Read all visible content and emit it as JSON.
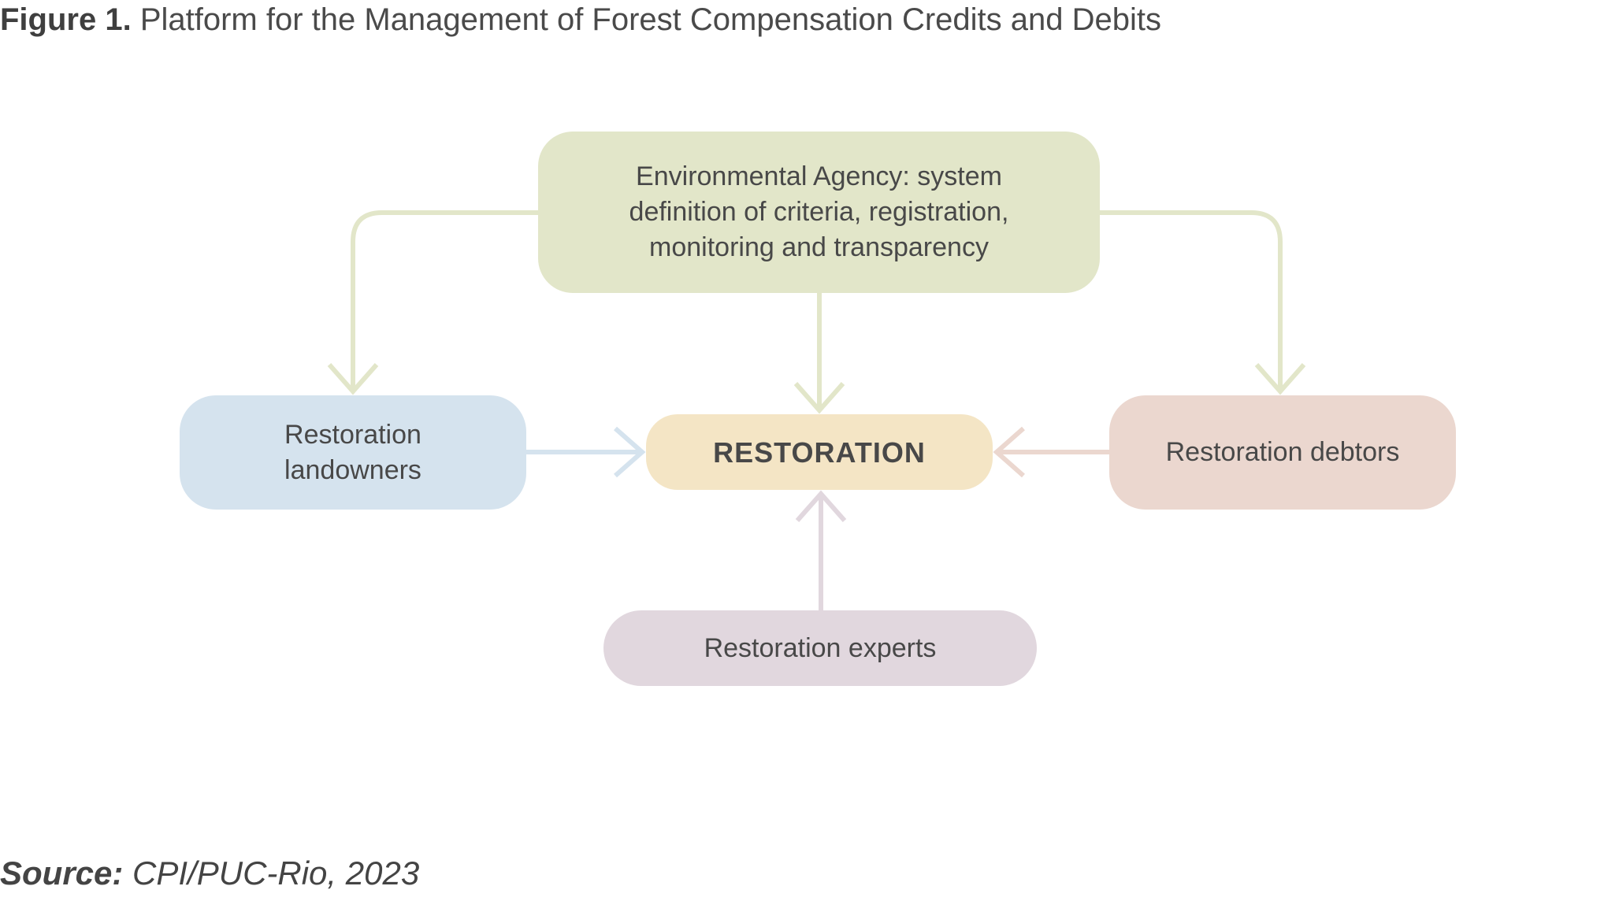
{
  "figure": {
    "label": "Figure 1.",
    "title": " Platform for the Management of Forest Compensation Credits and Debits"
  },
  "nodes": {
    "agency": {
      "text": "Environmental Agency: system\ndefinition of criteria, registration,\nmonitoring and transparency",
      "color": "#e2e6c9"
    },
    "landowners": {
      "text": "Restoration\nlandowners",
      "color": "#d5e3ee"
    },
    "restoration": {
      "text": "RESTORATION",
      "color": "#f4e5c5"
    },
    "debtors": {
      "text": "Restoration debtors",
      "color": "#ebd7cf"
    },
    "experts": {
      "text": "Restoration experts",
      "color": "#e1d7de"
    }
  },
  "connector_colors": {
    "agency": "#e2e6c9",
    "landowners": "#d5e3ee",
    "debtors": "#ebd7cf",
    "experts": "#e1d7de"
  },
  "source": {
    "label": "Source:",
    "text": " CPI/PUC-Rio, 2023"
  }
}
